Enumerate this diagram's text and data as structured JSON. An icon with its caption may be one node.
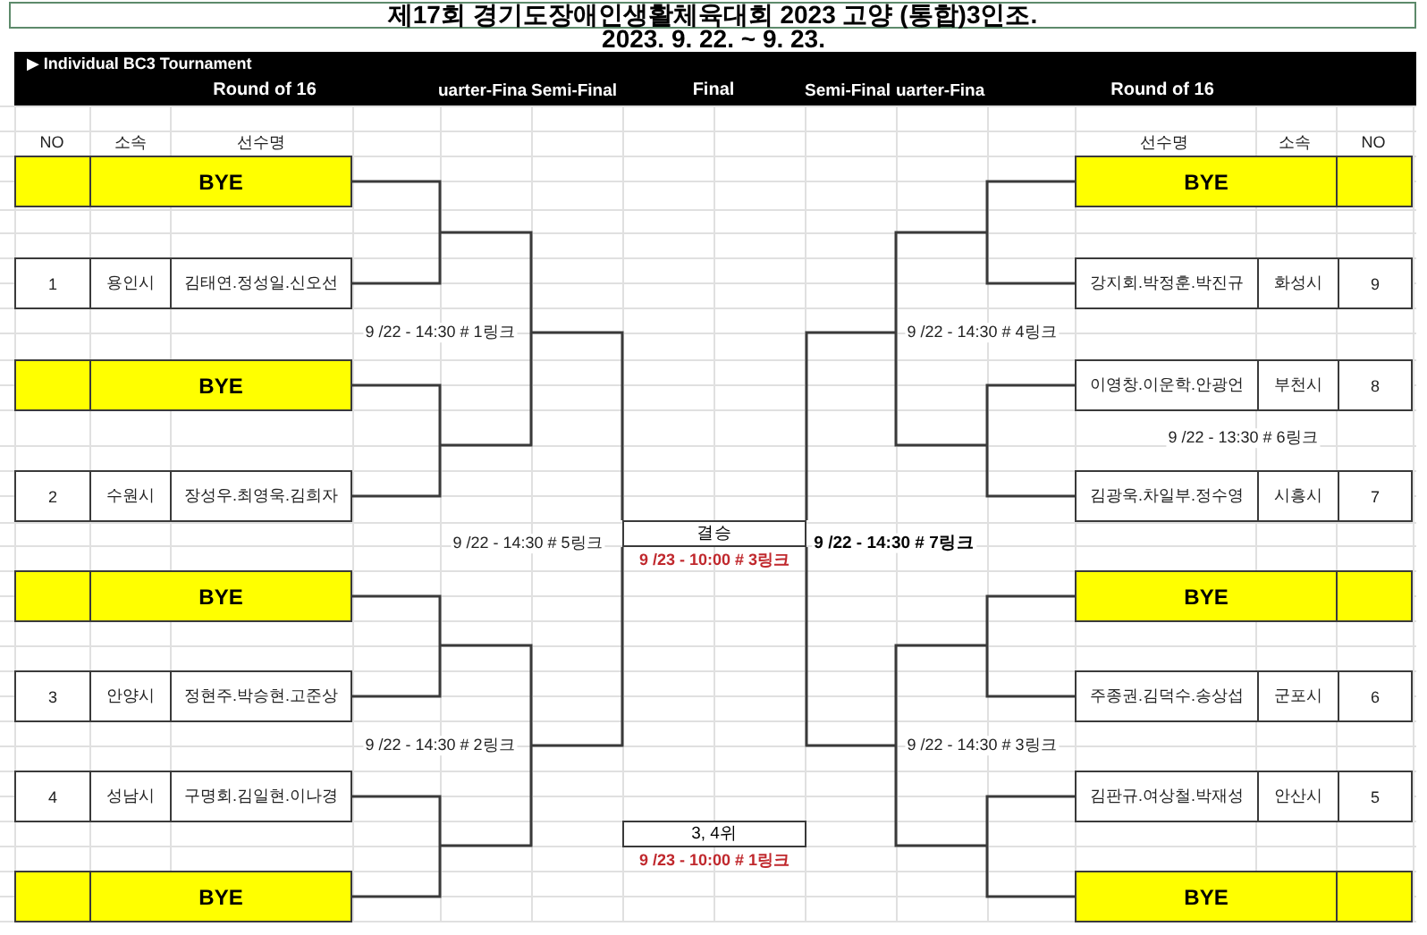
{
  "diagram": {
    "title": "제17회 경기도장애인생활체육대회 2023 고양 (통합)3인조.",
    "nodes": [
      {
        "text": [
          "BYE"
        ]
      },
      {
        "text": [
          "1",
          "용인시",
          "김태연.정성일.신오선"
        ]
      },
      {
        "text": [
          "BYE"
        ]
      },
      {
        "text": [
          "2",
          "수원시",
          "장성우.최영욱.김희자"
        ]
      },
      {
        "text": [
          "BYE"
        ]
      },
      {
        "text": [
          "3",
          "안양시",
          "정현주.박승현.고준상"
        ]
      },
      {
        "text": [
          "4",
          "성남시",
          "구명회.김일현.이나경"
        ]
      },
      {
        "text": [
          "BYE"
        ]
      },
      {
        "text": [
          "결승"
        ],
        "beside": [
          "9 /23 - 10:00 # 3링크"
        ]
      },
      {
        "text": [
          "BYE"
        ]
      },
      {
        "text": [
          "강지회.박정훈.박진규",
          "화성시",
          "9"
        ]
      },
      {
        "text": [
          "이영창.이운학.안광언",
          "부천시",
          "8"
        ]
      },
      {
        "text": [
          "김광욱.차일부.정수영",
          "시흥시",
          "7"
        ]
      },
      {
        "text": [
          "BYE"
        ]
      },
      {
        "text": [
          "주종권.김덕수.송상섭",
          "군포시",
          "6"
        ]
      },
      {
        "text": [
          "김판규.여상철.박재성",
          "안산시",
          "5"
        ]
      },
      {
        "text": [
          "BYE"
        ]
      },
      {
        "text": [
          "3, 4위"
        ],
        "beside": [
          "9 /23 - 10:00 # 1링크"
        ]
      }
    ],
    "edges": [
      {
        "from": 0,
        "to": 8,
        "arrow": "none"
      },
      {
        "from": 1,
        "to": 8,
        "arrow": "none"
      },
      {
        "from": 2,
        "to": 8,
        "arrow": "none"
      },
      {
        "from": 3,
        "to": 8,
        "arrow": "none"
      },
      {
        "from": 4,
        "to": 8,
        "arrow": "none"
      },
      {
        "from": 5,
        "to": 8,
        "arrow": "none"
      },
      {
        "from": 6,
        "to": 8,
        "arrow": "none"
      },
      {
        "from": 7,
        "to": 8,
        "arrow": "none"
      },
      {
        "from": 9,
        "to": 8,
        "arrow": "none"
      },
      {
        "from": 10,
        "to": 8,
        "arrow": "none"
      },
      {
        "from": 11,
        "to": 8,
        "arrow": "none"
      },
      {
        "from": 12,
        "to": 8,
        "arrow": "none"
      },
      {
        "from": 13,
        "to": 8,
        "arrow": "none"
      },
      {
        "from": 14,
        "to": 8,
        "arrow": "none"
      },
      {
        "from": 15,
        "to": 8,
        "arrow": "none"
      },
      {
        "from": 16,
        "to": 8,
        "arrow": "none"
      }
    ],
    "labels": [
      "2023. 9. 22. ~ 9. 23.",
      "▶ Individual BC3 Tournament",
      "Round of 16",
      "uarter-Fina",
      "Semi-Final",
      "Final",
      "Semi-Final",
      "uarter-Fina",
      "Round of 16",
      "NO",
      "소속",
      "선수명",
      "선수명",
      "소속",
      "NO",
      "9 /22 - 14:30 # 1링크",
      "9 /22 - 14:30 # 4링크",
      "9 /22 - 13:30 # 6링크",
      "9 /22 - 14:30 # 5링크",
      "9 /22 - 14:30 # 7링크",
      "9 /22 - 14:30 # 2링크",
      "9 /22 - 14:30 # 3링크"
    ]
  }
}
